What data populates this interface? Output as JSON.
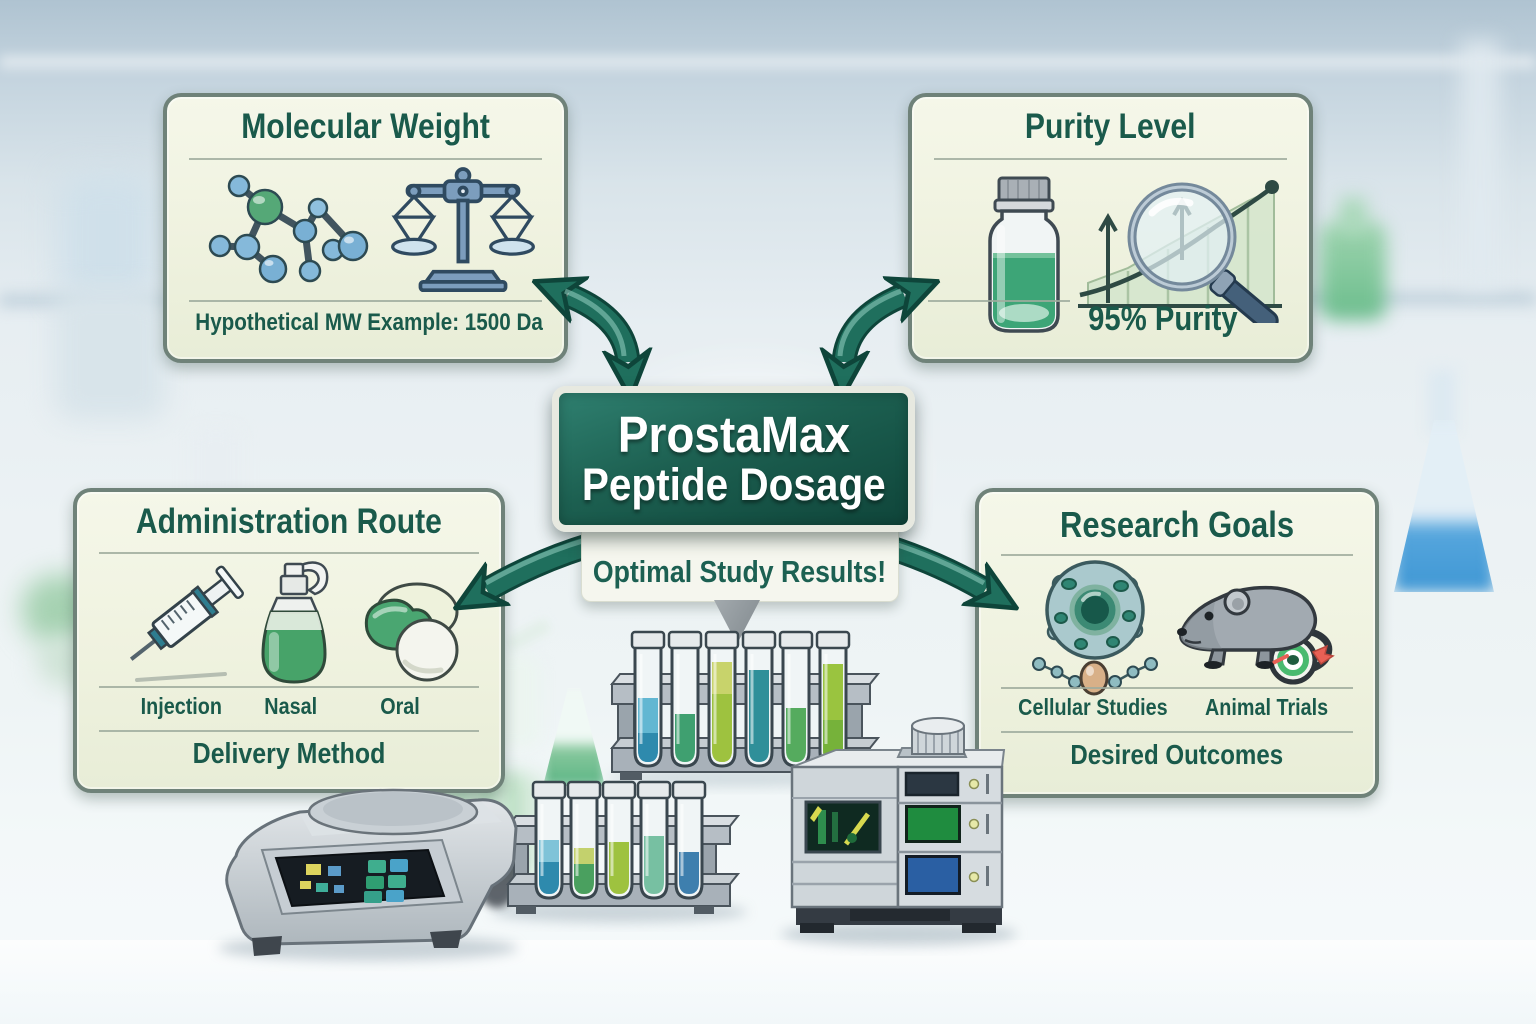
{
  "center_sign": {
    "title_line1": "ProstaMax",
    "title_line2": "Peptide Dosage",
    "subtitle": "Optimal Study Results!"
  },
  "cards": {
    "molecular_weight": {
      "title": "Molecular Weight",
      "caption": "Hypothetical MW Example: 1500 Da"
    },
    "purity_level": {
      "title": "Purity Level",
      "caption": "95% Purity"
    },
    "administration_route": {
      "title": "Administration Route",
      "labels": [
        "Injection",
        "Nasal",
        "Oral"
      ],
      "caption": "Delivery Method"
    },
    "research_goals": {
      "title": "Research Goals",
      "labels": [
        "Cellular Studies",
        "Animal Trials"
      ],
      "caption": "Desired Outcomes"
    }
  },
  "colors": {
    "accent_teal": "#1f6f5d",
    "accent_teal_dark": "#0e453a",
    "card_bg": "#f2f4e2",
    "card_border": "#6f8279",
    "text_green": "#1a5a4b",
    "sign_green_dark": "#0f453a",
    "sign_green_light": "#2f8070",
    "liquid_green": "#3da577"
  }
}
